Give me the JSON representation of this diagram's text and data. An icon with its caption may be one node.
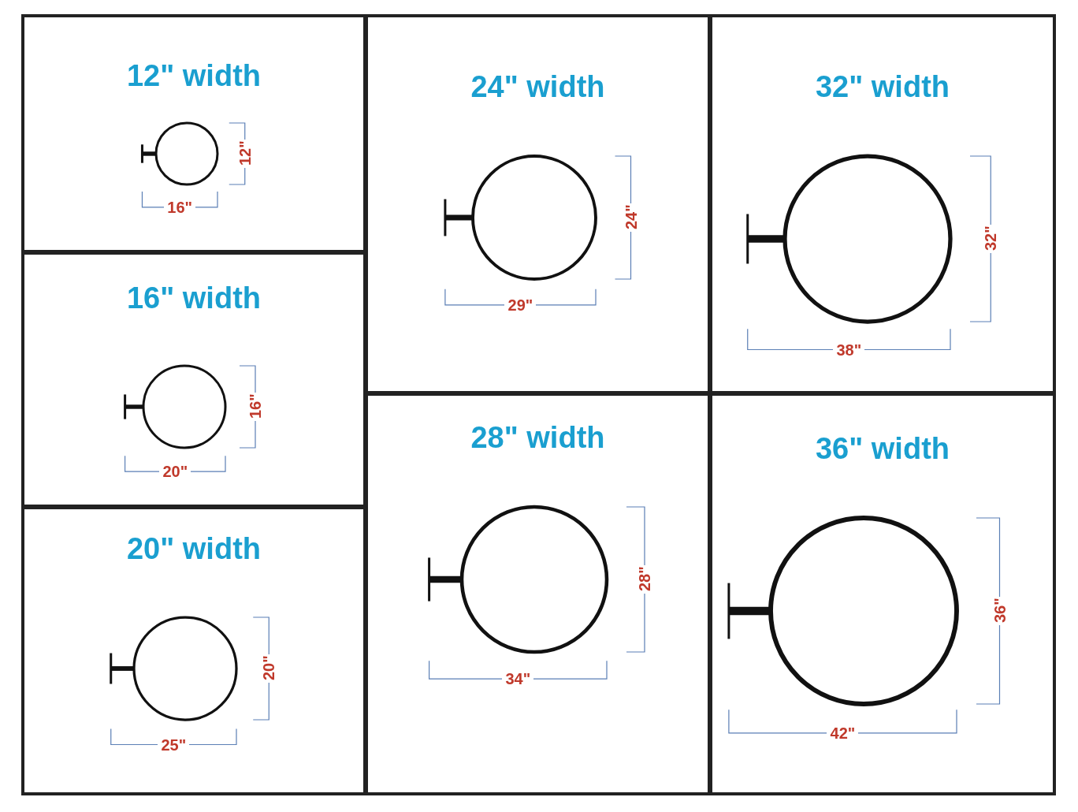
{
  "diagram": {
    "nodes": [
      {
        "text": [
          "12\" width"
        ]
      },
      {
        "text": [
          "16\" width"
        ]
      },
      {
        "text": [
          "20\" width"
        ]
      },
      {
        "text": [
          "24\" width"
        ]
      },
      {
        "text": [
          "28\" width"
        ]
      },
      {
        "text": [
          "32\" width"
        ]
      },
      {
        "text": [
          "36\" width"
        ]
      }
    ],
    "labels": [
      "12\"",
      "16\"",
      "16\"",
      "20\"",
      "20\"",
      "25\"",
      "24\"",
      "29\"",
      "28\"",
      "34\"",
      "32\"",
      "38\"",
      "36\"",
      "42\""
    ]
  }
}
